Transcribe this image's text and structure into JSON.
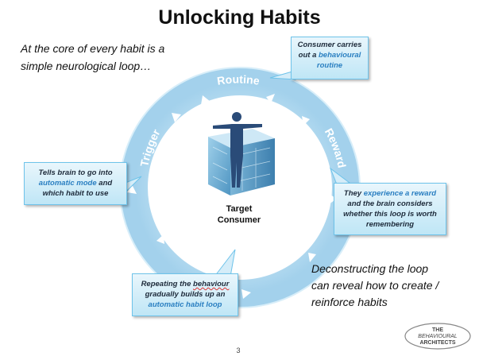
{
  "title": "Unlocking Habits",
  "intro": {
    "line1": "At the core of every habit is a",
    "line2": "simple neurological loop…"
  },
  "loop": {
    "routine": "Routine",
    "reward": "Reward",
    "trigger": "Trigger"
  },
  "center": {
    "line1": "Target",
    "line2": "Consumer"
  },
  "callouts": {
    "routine": {
      "pre": "Consumer carries out a ",
      "highlight": "behavioural routine"
    },
    "trigger": {
      "pre": "Tells brain to go into ",
      "highlight": "automatic mode",
      "post": " and which habit to use"
    },
    "reward": {
      "pre": "They ",
      "highlight": "experience a reward",
      "post": " and the brain considers whether this loop is worth remembering"
    },
    "repeat": {
      "pre": "Repeating the ",
      "underlined": "behaviour",
      "mid": " gradually builds up an ",
      "highlight": "automatic habit loop"
    }
  },
  "conclusion": {
    "line1": "Deconstructing the loop",
    "line2": "can reveal how to create /",
    "line3": "reinforce habits"
  },
  "page_number": "3",
  "logo": {
    "line1": "THE",
    "line2": "BEHAVIOURAL",
    "line3": "ARCHITECTS"
  },
  "colors": {
    "ring": "#a9d5ee",
    "ring_light": "#cfe8f6",
    "callout_border": "#6ec3ea",
    "highlight": "#2a7fc1"
  }
}
